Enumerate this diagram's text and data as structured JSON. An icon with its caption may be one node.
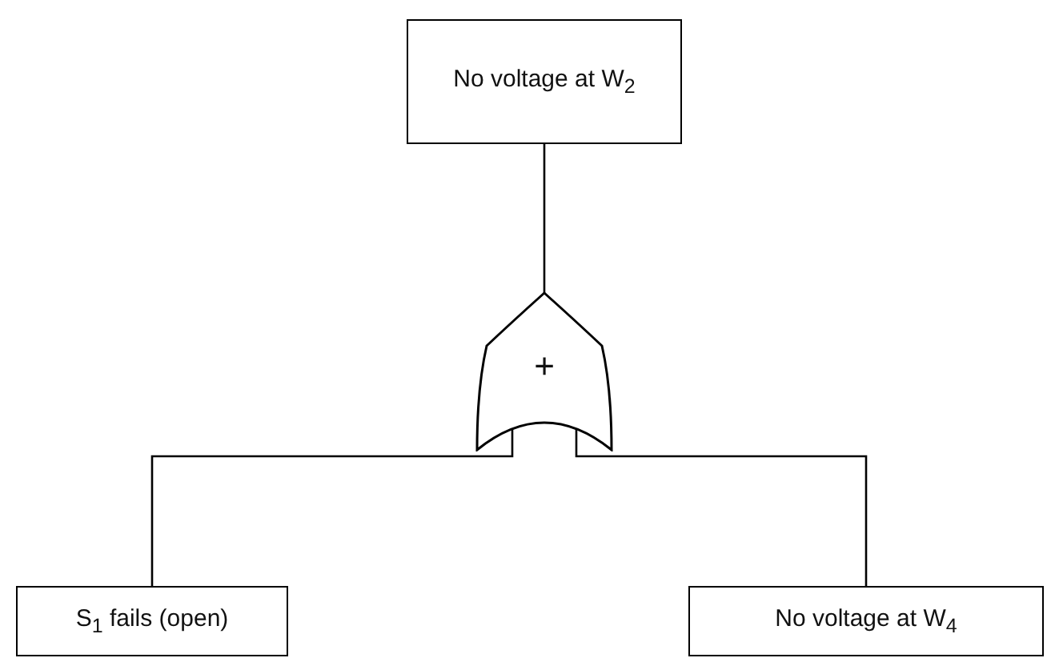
{
  "diagram": {
    "nodes": [
      {
        "text": [
          "No voltage at W$_{2}$"
        ]
      },
      {
        "text": [
          "+"
        ]
      },
      {
        "text": [
          "S$_{1}$ fails (open)"
        ]
      },
      {
        "text": [
          "No voltage at W$_{4}$"
        ]
      }
    ],
    "edges": [
      {
        "from": 0,
        "to": 1,
        "arrow": "none"
      },
      {
        "from": 1,
        "to": 2,
        "arrow": "none"
      },
      {
        "from": 1,
        "to": 3,
        "arrow": "none"
      }
    ]
  }
}
